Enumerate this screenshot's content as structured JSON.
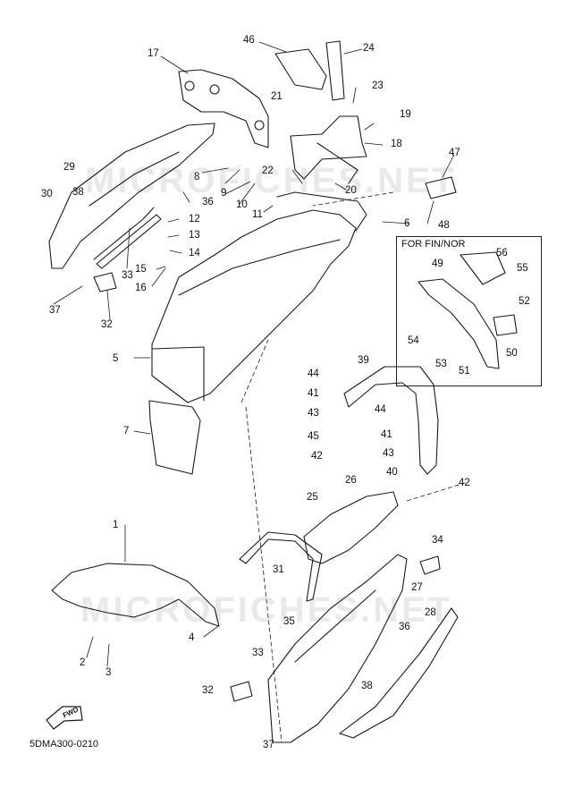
{
  "diagram": {
    "part_labels": {
      "l1": "1",
      "l2": "2",
      "l3": "3",
      "l4": "4",
      "l5": "5",
      "l6": "6",
      "l7": "7",
      "l8": "8",
      "l9": "9",
      "l10": "10",
      "l11": "11",
      "l12": "12",
      "l13": "13",
      "l14": "14",
      "l15": "15",
      "l16": "16",
      "l17": "17",
      "l18": "18",
      "l19": "19",
      "l20": "20",
      "l21": "21",
      "l22": "22",
      "l23": "23",
      "l24": "24",
      "l25": "25",
      "l26": "26",
      "l27": "27",
      "l28": "28",
      "l29": "29",
      "l30": "30",
      "l31": "31",
      "l32a": "32",
      "l32b": "32",
      "l33a": "33",
      "l33b": "33",
      "l34": "34",
      "l35": "35",
      "l36a": "36",
      "l36b": "36",
      "l37a": "37",
      "l37b": "37",
      "l38a": "38",
      "l38b": "38",
      "l39": "39",
      "l40": "40",
      "l41a": "41",
      "l41b": "41",
      "l42a": "42",
      "l42b": "42",
      "l43a": "43",
      "l43b": "43",
      "l44a": "44",
      "l44b": "44",
      "l45": "45",
      "l46": "46",
      "l47": "47",
      "l48": "48",
      "l49": "49",
      "l50": "50",
      "l51": "51",
      "l52": "52",
      "l53": "53",
      "l54": "54",
      "l55": "55",
      "l56": "56"
    },
    "inset_title": "FOR FIN/NOR",
    "watermark_top": "MICROFICHES.NET",
    "watermark_bottom": "MICROFICHES.NET",
    "fwd_label": "FWD",
    "diagram_code": "5DMA300-0210"
  },
  "colors": {
    "line": "#1a1a1a",
    "watermark": "#e9e9e9",
    "background": "#ffffff"
  }
}
